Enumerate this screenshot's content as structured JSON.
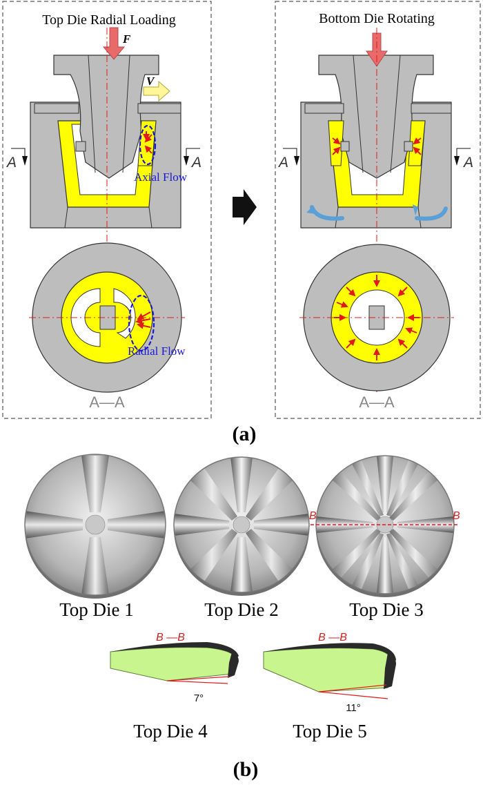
{
  "panel_a": {
    "label": "(a)",
    "left_title": "Top Die Radial Loading",
    "right_title": "Bottom Die Rotating",
    "force_label": "F",
    "velocity_label": "V",
    "axial_flow": "Axial Flow",
    "radial_flow": "Radial Flow",
    "section_mark": "A",
    "section_view": "A—A"
  },
  "panel_b": {
    "label": "(b)",
    "dies": [
      "Top Die 1",
      "Top Die 2",
      "Top Die 3",
      "Top Die 4",
      "Top Die 5"
    ],
    "section_mark": "B",
    "section_view": "B —B",
    "angle_die4": "7°",
    "angle_die5": "11°"
  },
  "colors": {
    "die_gray": "#bdbdbd",
    "billet_yellow": "#ffff00",
    "flow_blue": "#1919d2",
    "force_red": "#e86a6a",
    "velocity_yellow": "#fff69a",
    "section_green": "#c9f58e",
    "rotation_blue": "#5aa0d8"
  }
}
